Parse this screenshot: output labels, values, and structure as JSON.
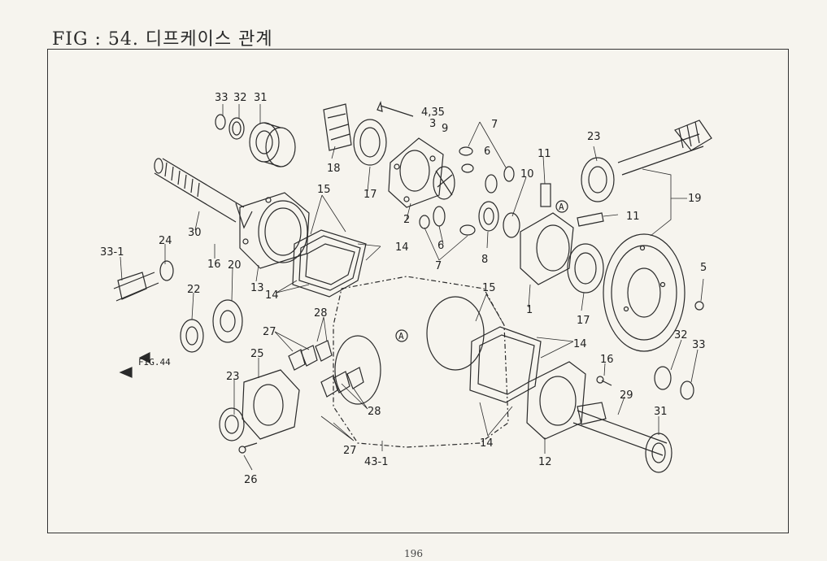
{
  "figure": {
    "title": "FIG : 54. 디프케이스 관계",
    "page_number": "196"
  },
  "callouts": [
    {
      "id": "c33a",
      "text": "33"
    },
    {
      "id": "c32a",
      "text": "32"
    },
    {
      "id": "c31a",
      "text": "31"
    },
    {
      "id": "c435",
      "text": "4,35"
    },
    {
      "id": "c3",
      "text": "3"
    },
    {
      "id": "c9",
      "text": "9"
    },
    {
      "id": "c7a",
      "text": "7"
    },
    {
      "id": "c6a",
      "text": "6"
    },
    {
      "id": "c10",
      "text": "10"
    },
    {
      "id": "c11a",
      "text": "11"
    },
    {
      "id": "c23a",
      "text": "23"
    },
    {
      "id": "c19",
      "text": "19"
    },
    {
      "id": "c18",
      "text": "18"
    },
    {
      "id": "c17a",
      "text": "17"
    },
    {
      "id": "c2",
      "text": "2"
    },
    {
      "id": "c15a",
      "text": "15"
    },
    {
      "id": "c14a",
      "text": "14"
    },
    {
      "id": "c30",
      "text": "30"
    },
    {
      "id": "c24",
      "text": "24"
    },
    {
      "id": "c331",
      "text": "33-1"
    },
    {
      "id": "c16a",
      "text": "16"
    },
    {
      "id": "c20",
      "text": "20"
    },
    {
      "id": "c13",
      "text": "13"
    },
    {
      "id": "c14b",
      "text": "14"
    },
    {
      "id": "c6b",
      "text": "6"
    },
    {
      "id": "c7b",
      "text": "7"
    },
    {
      "id": "c8",
      "text": "8"
    },
    {
      "id": "c11b",
      "text": "11"
    },
    {
      "id": "c1",
      "text": "1"
    },
    {
      "id": "c5",
      "text": "5"
    },
    {
      "id": "c22",
      "text": "22"
    },
    {
      "id": "c28a",
      "text": "28"
    },
    {
      "id": "c15b",
      "text": "15"
    },
    {
      "id": "c17b",
      "text": "17"
    },
    {
      "id": "c27a",
      "text": "27"
    },
    {
      "id": "c14c",
      "text": "14"
    },
    {
      "id": "c32b",
      "text": "32"
    },
    {
      "id": "c33b",
      "text": "33"
    },
    {
      "id": "c25",
      "text": "25"
    },
    {
      "id": "c16b",
      "text": "16"
    },
    {
      "id": "c23b",
      "text": "23"
    },
    {
      "id": "c28b",
      "text": "28"
    },
    {
      "id": "c29",
      "text": "29"
    },
    {
      "id": "c31b",
      "text": "31"
    },
    {
      "id": "c14d",
      "text": "14"
    },
    {
      "id": "c27b",
      "text": "27"
    },
    {
      "id": "c431",
      "text": "43-1"
    },
    {
      "id": "c12",
      "text": "12"
    },
    {
      "id": "c26",
      "text": "26"
    }
  ],
  "references": {
    "fig44": "FIG.44",
    "marker": "A"
  }
}
